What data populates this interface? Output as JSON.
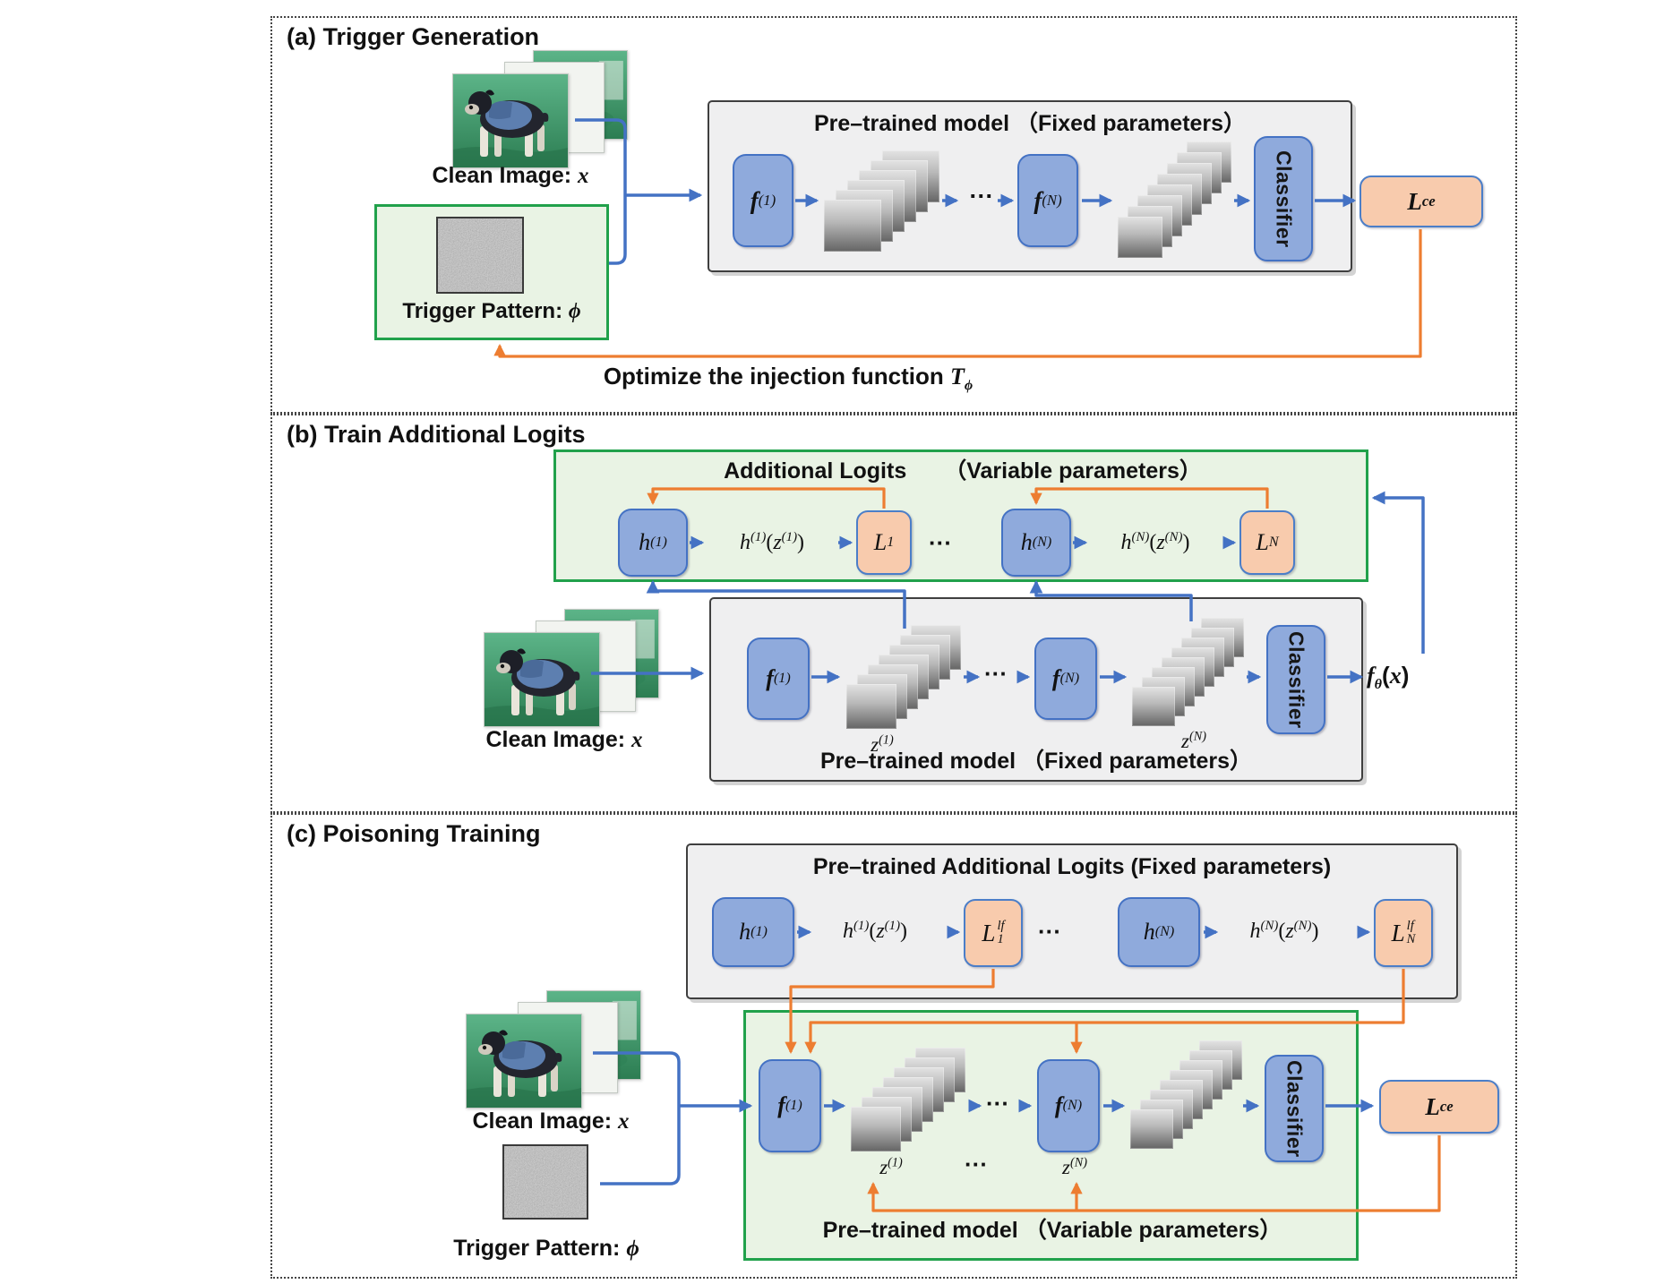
{
  "colors": {
    "blue_box_fill": "#8faadc",
    "blue_border": "#4472c4",
    "orange_box_fill": "#f8cbad",
    "arrow_blue": "#4472c4",
    "arrow_orange": "#ed7d31",
    "green_border": "#21a14b",
    "green_fill": "#e9f3e4",
    "gray_fill": "#efeff0",
    "gray_border": "#3f3f3f"
  },
  "panel_a": {
    "title": "(a) Trigger Generation",
    "clean_image_label": [
      [
        "Clean Image: ",
        "b"
      ],
      [
        "x",
        "bi"
      ]
    ],
    "trigger_label": [
      [
        "Trigger Pattern: ",
        "b"
      ],
      [
        "ϕ",
        "bi"
      ]
    ],
    "model_title": "Pre–trained model （Fixed parameters）",
    "f1": [
      [
        "f",
        "bi"
      ],
      [
        "(1)",
        "isup"
      ]
    ],
    "fN": [
      [
        "f",
        "bi"
      ],
      [
        "(N)",
        "isup"
      ]
    ],
    "dots": "···",
    "classifier": "Classifier",
    "loss_ce": [
      [
        "L",
        "bi"
      ],
      [
        "ce",
        "bisup"
      ]
    ],
    "optimize_label": [
      [
        "Optimize the injection function ",
        "b"
      ],
      [
        "T",
        "bi"
      ],
      [
        "ϕ",
        "bisub"
      ]
    ]
  },
  "panel_b": {
    "title": "(b) Train Additional Logits",
    "logits_title_left": "Additional Logits",
    "logits_title_right": "（Variable parameters）",
    "h1": [
      [
        "h",
        "i"
      ],
      [
        "(1)",
        "isup"
      ]
    ],
    "expr1": [
      [
        "h",
        "i"
      ],
      [
        "(1)",
        "isup"
      ],
      [
        "(",
        "p"
      ],
      [
        "z",
        "i"
      ],
      [
        "(1)",
        "isup"
      ],
      [
        ")",
        "p"
      ]
    ],
    "L1": [
      [
        "L",
        "i"
      ],
      [
        "1",
        "isup"
      ]
    ],
    "dots": "···",
    "hN": [
      [
        "h",
        "i"
      ],
      [
        "(N)",
        "isup"
      ]
    ],
    "exprN": [
      [
        "h",
        "i"
      ],
      [
        "(N)",
        "isup"
      ],
      [
        "(",
        "p"
      ],
      [
        "z",
        "i"
      ],
      [
        "(N)",
        "isup"
      ],
      [
        ")",
        "p"
      ]
    ],
    "LN": [
      [
        "L",
        "i"
      ],
      [
        "N",
        "isup"
      ]
    ],
    "model_title": "Pre–trained model （Fixed parameters）",
    "f1": [
      [
        "f",
        "bi"
      ],
      [
        "(1)",
        "isup"
      ]
    ],
    "z1": [
      [
        "z",
        "i"
      ],
      [
        "(1)",
        "isup"
      ]
    ],
    "fN": [
      [
        "f",
        "bi"
      ],
      [
        "(N)",
        "isup"
      ]
    ],
    "zN": [
      [
        "z",
        "i"
      ],
      [
        "(N)",
        "isup"
      ]
    ],
    "dots_flow": "···",
    "classifier": "Classifier",
    "output": [
      [
        "f",
        "bi"
      ],
      [
        "θ",
        "bisub"
      ],
      [
        "(",
        "b"
      ],
      [
        "x",
        "bi"
      ],
      [
        ")",
        "b"
      ]
    ],
    "clean_image_label": [
      [
        "Clean Image: ",
        "b"
      ],
      [
        "x",
        "bi"
      ]
    ]
  },
  "panel_c": {
    "title": "(c) Poisoning Training",
    "logits_title": "Pre–trained Additional Logits (Fixed parameters)",
    "h1": [
      [
        "h",
        "i"
      ],
      [
        "(1)",
        "isup"
      ]
    ],
    "expr1": [
      [
        "h",
        "i"
      ],
      [
        "(1)",
        "isup"
      ],
      [
        "(",
        "p"
      ],
      [
        "z",
        "i"
      ],
      [
        "(1)",
        "isup"
      ],
      [
        ")",
        "p"
      ]
    ],
    "L1lf": [
      [
        "L",
        "i"
      ],
      [
        "lf|1",
        "stack"
      ]
    ],
    "dots": "···",
    "hN": [
      [
        "h",
        "i"
      ],
      [
        "(N)",
        "isup"
      ]
    ],
    "exprN": [
      [
        "h",
        "i"
      ],
      [
        "(N)",
        "isup"
      ],
      [
        "(",
        "p"
      ],
      [
        "z",
        "i"
      ],
      [
        "(N)",
        "isup"
      ],
      [
        ")",
        "p"
      ]
    ],
    "LNlf": [
      [
        "L",
        "i"
      ],
      [
        "lf|N",
        "stack"
      ]
    ],
    "model_title": "Pre–trained model （Variable parameters）",
    "f1": [
      [
        "f",
        "bi"
      ],
      [
        "(1)",
        "isup"
      ]
    ],
    "z1": [
      [
        "z",
        "i"
      ],
      [
        "(1)",
        "isup"
      ]
    ],
    "fN": [
      [
        "f",
        "bi"
      ],
      [
        "(N)",
        "isup"
      ]
    ],
    "zN": [
      [
        "z",
        "i"
      ],
      [
        "(N)",
        "isup"
      ]
    ],
    "dots_flow": "···",
    "dots_z": "···",
    "classifier": "Classifier",
    "loss_ce": [
      [
        "L",
        "bi"
      ],
      [
        "ce",
        "bisup"
      ]
    ],
    "clean_image_label": [
      [
        "Clean Image: ",
        "b"
      ],
      [
        "x",
        "bi"
      ]
    ],
    "trigger_label": [
      [
        "Trigger Pattern: ",
        "b"
      ],
      [
        "ϕ",
        "bi"
      ]
    ]
  }
}
